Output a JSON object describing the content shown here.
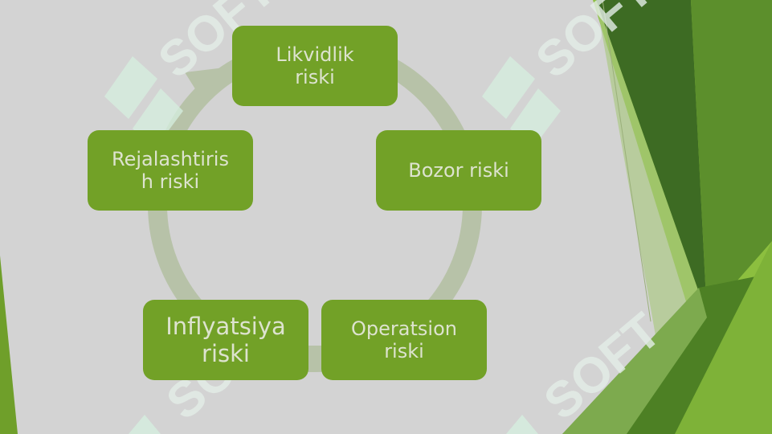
{
  "diagram": {
    "type": "cycle",
    "nodes": [
      {
        "id": "liquidity",
        "label": "Likvidlik\nriski"
      },
      {
        "id": "market",
        "label": "Bozor riski"
      },
      {
        "id": "operational",
        "label": "Operatsion\nriski"
      },
      {
        "id": "inflation",
        "label": "Inflyatsiya\nriski"
      },
      {
        "id": "planning",
        "label": "Rejalashtiris\nh riski"
      }
    ]
  },
  "watermark": {
    "text": "SOFT"
  },
  "colors": {
    "background": "#d3d3d3",
    "node_fill": "#72a127",
    "node_text": "#dde3cf",
    "cycle_arrow": "#b7c2a8",
    "accent_dark": "#3d6b23",
    "accent_mid": "#5c8f2c",
    "accent_light": "#8cbf3f"
  }
}
